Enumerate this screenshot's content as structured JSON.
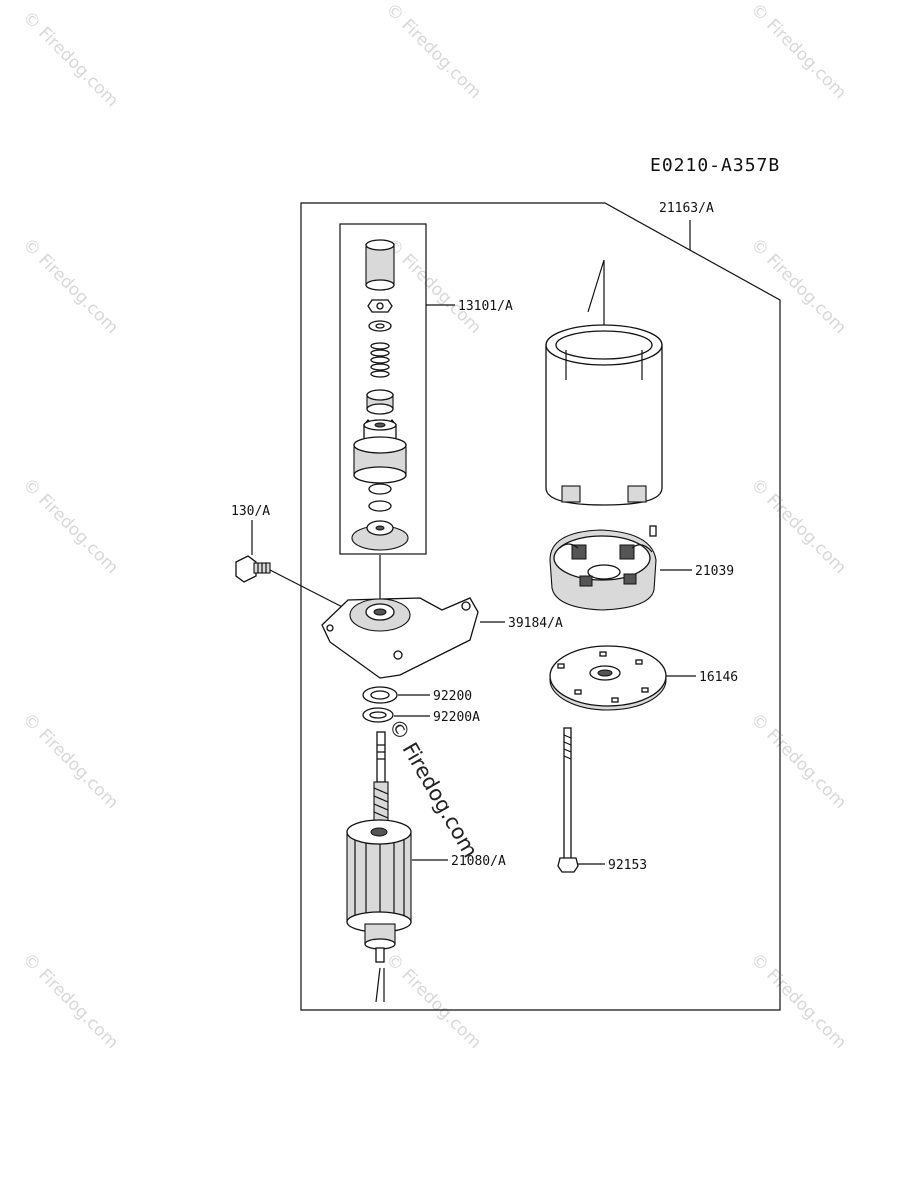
{
  "diagram": {
    "code": "E0210-A357B",
    "watermark": "© Firedog.com",
    "labels": {
      "part_21163": "21163/A",
      "part_13101": "13101/A",
      "part_130": "130/A",
      "part_21039": "21039",
      "part_39184": "39184/A",
      "part_16146": "16146",
      "part_92200": "92200",
      "part_92200A": "92200A",
      "part_21080": "21080/A",
      "part_92153": "92153"
    }
  }
}
